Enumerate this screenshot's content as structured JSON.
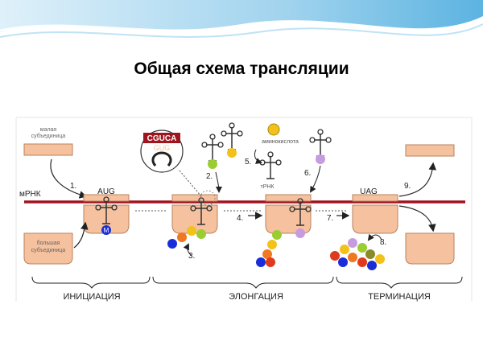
{
  "slide": {
    "title": "Общая схема трансляции"
  },
  "diagram": {
    "labels": {
      "small_subunit_l1": "малая",
      "small_subunit_l2": "субъединица",
      "large_subunit_l1": "большая",
      "large_subunit_l2": "субъединица",
      "mrna": "мРНК",
      "start_codon": "AUG",
      "stop_codon": "UAG",
      "anticodon_zoom_top": "CGUCA",
      "anticodon_zoom_bottom": "GUG",
      "amino_acid": "аминокислота",
      "trna": "тРНК",
      "methionine": "M"
    },
    "steps": [
      "1.",
      "2.",
      "3.",
      "4.",
      "5.",
      "6.",
      "7.",
      "8.",
      "9."
    ],
    "phases": [
      "ИНИЦИАЦИЯ",
      "ЭЛОНГАЦИЯ",
      "ТЕРМИНАЦИЯ"
    ]
  },
  "colors": {
    "subunit_fill": "#F5C19E",
    "subunit_stroke": "#B9825F",
    "mrna": "#A0141E",
    "amino_yellow": "#F2C21A",
    "amino_green": "#9ACD32",
    "amino_orange": "#F07820",
    "amino_blue": "#1A2ED8",
    "amino_red": "#E03A1E",
    "amino_lilac": "#C79BE0",
    "amino_olive": "#8A8A2A",
    "wave": "#7FC4E8"
  }
}
